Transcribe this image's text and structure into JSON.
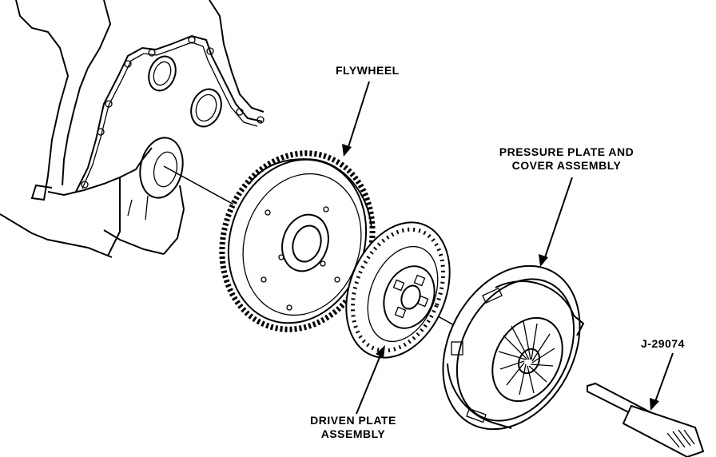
{
  "labels": {
    "flywheel": "FLYWHEEL",
    "pressure_plate_line1": "PRESSURE PLATE AND",
    "pressure_plate_line2": "COVER ASSEMBLY",
    "tool": "J-29074",
    "driven_plate_line1": "DRIVEN PLATE",
    "driven_plate_line2": "ASSEMBLY"
  }
}
